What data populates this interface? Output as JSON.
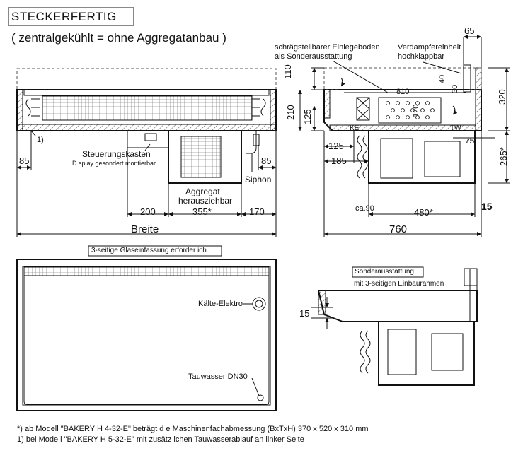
{
  "title": {
    "main": "STECKERFERTIG",
    "subtitle": "( zentralgekühlt = ohne Aggregatanbau )"
  },
  "front_view": {
    "note_marker": "1)",
    "control_box": "Steuerungskasten",
    "display_note": "D splay gesondert montierbar",
    "siphon": "Siphon",
    "unit_l1": "Aggregat",
    "unit_l2": "herausziehbar",
    "dim_left": "85",
    "dim_right": "85",
    "dim_200": "200",
    "dim_355": "355*",
    "dim_170": "170",
    "dim_width": "Breite",
    "dim_110": "110",
    "dim_210": "210",
    "dim_125v": "125"
  },
  "side_view": {
    "shelf_l1": "schrägstellbarer Einlegeboden",
    "shelf_l2": "als Sonderausstattung",
    "evap_l1": "Verdampfereinheit",
    "evap_l2": "hochklappbar",
    "dim_65": "65",
    "dim_810": "810",
    "dim_40": "40",
    "dim_30": "30",
    "dim_120": "120",
    "dim_320": "320",
    "ke": "KE",
    "tw": "TW",
    "dim_75": "75",
    "dim_125": "125",
    "dim_185": "185",
    "dim_265": "265*",
    "dim_ca90": "ca.90",
    "dim_480": "480*",
    "dim_15": "15",
    "dim_760": "760"
  },
  "plan_view": {
    "glass_note": "3-seitige Glaseinfassung erforder ich",
    "kaelte": "Kälte-Elektro",
    "tauwasser": "Tauwasser DN30"
  },
  "special": {
    "title": "Sonderausstattung:",
    "subtitle": "mit 3-seitigen Einbaurahmen",
    "dim_15": "15"
  },
  "footnotes": {
    "star": "*) ab Modell \"BAKERY H 4-32-E\" beträgt d e Maschinenfachabmessung (BxTxH) 370 x 520 x 310 mm",
    "one": "1) bei Mode l \"BAKERY H 5-32-E\" mit zusätz ichen Tauwasserablauf an linker Seite"
  }
}
